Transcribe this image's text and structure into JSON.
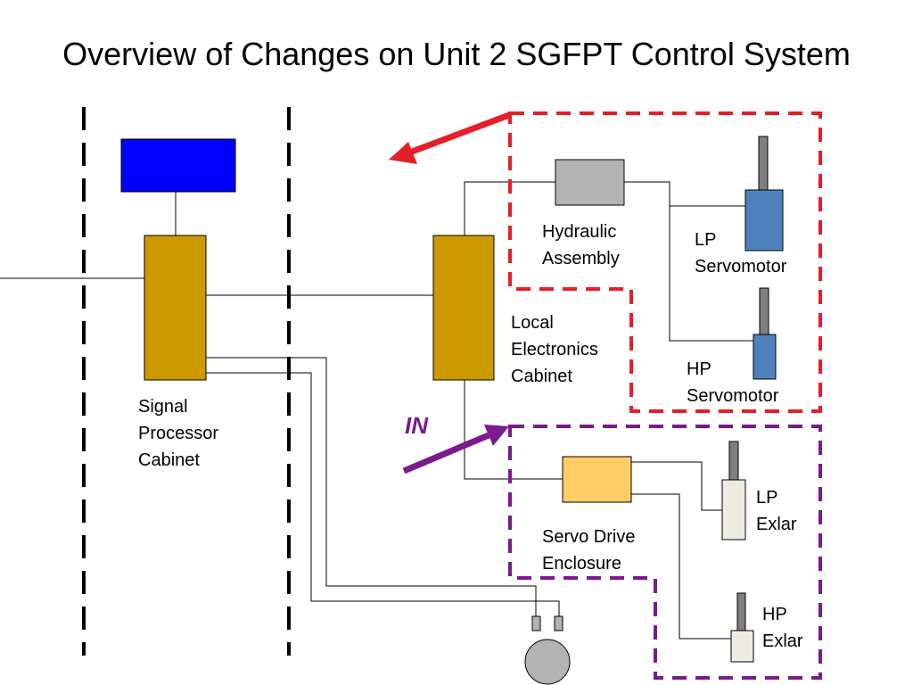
{
  "title": "Overview of Changes on Unit 2 SGFPT Control System",
  "labels": {
    "signal_processor": [
      "Signal",
      "Processor",
      "Cabinet"
    ],
    "local_electronics": [
      "Local",
      "Electronics",
      "Cabinet"
    ],
    "hydraulic_assembly": [
      "Hydraulic",
      "Assembly"
    ],
    "lp_servomotor": [
      "LP",
      "Servomotor"
    ],
    "hp_servomotor": [
      "HP",
      "Servomotor"
    ],
    "servo_drive": [
      "Servo Drive",
      "Enclosure"
    ],
    "lp_exlar": [
      "LP",
      "Exlar"
    ],
    "hp_exlar": [
      "HP",
      "Exlar"
    ],
    "in_marker": "IN"
  },
  "colors": {
    "cabinet": "#cc9900",
    "top_box": "#0000ff",
    "hydraulic": "#b3b3b3",
    "servomotor": "#4f81bd",
    "servo_drive": "#ffcc66",
    "exlar": "#eeece1",
    "out_region": "#e61e28",
    "in_region": "#7b1a8c",
    "motor": "#b3b3b3"
  }
}
